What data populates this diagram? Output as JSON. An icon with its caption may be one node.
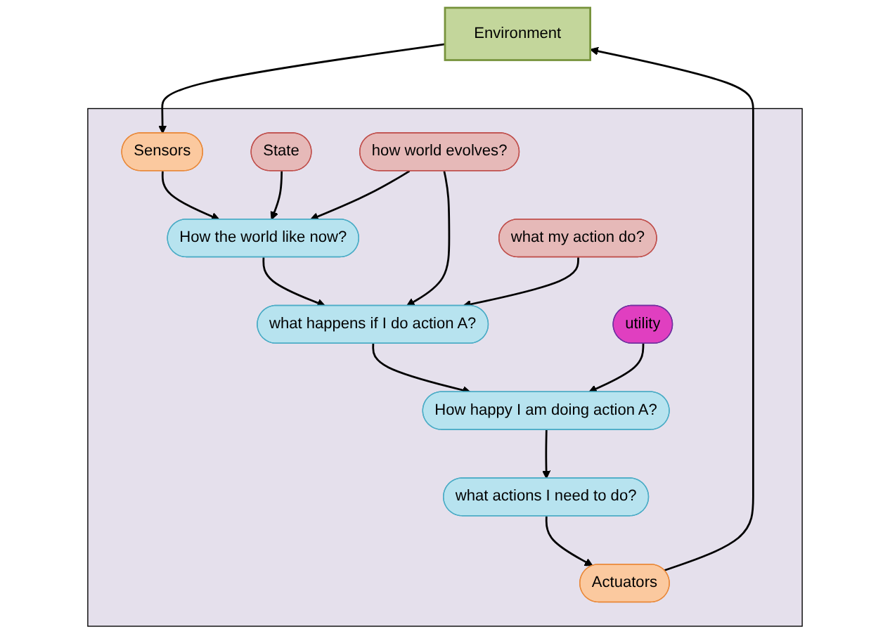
{
  "diagram": {
    "nodes": [
      {
        "text": [
          "Environment"
        ]
      },
      {
        "text": [],
        "shape": "box"
      },
      {
        "text": [
          "Sensors"
        ],
        "in": 1
      },
      {
        "text": [
          "State"
        ],
        "in": 1
      },
      {
        "text": [
          "How the world like now?"
        ],
        "in": 1
      },
      {
        "text": [
          "how world evolves?"
        ],
        "in": 1
      },
      {
        "text": [
          "what happens if I do action A?"
        ],
        "in": 1
      },
      {
        "text": [
          "what my action do?"
        ],
        "in": 1
      },
      {
        "text": [
          "How happy I am doing action A?"
        ],
        "in": 1
      },
      {
        "text": [
          "utility"
        ],
        "in": 1
      },
      {
        "text": [
          "what actions I need to do?"
        ],
        "in": 1
      },
      {
        "text": [
          "Actuators"
        ],
        "in": 1
      }
    ],
    "edges": [
      {
        "from": 0,
        "to": 2,
        "arrow": "to"
      },
      {
        "from": 2,
        "to": 4,
        "arrow": "to"
      },
      {
        "from": 3,
        "to": 4,
        "arrow": "to"
      },
      {
        "from": 5,
        "to": 4,
        "arrow": "to"
      },
      {
        "from": 4,
        "to": 6,
        "arrow": "to"
      },
      {
        "from": 5,
        "to": 6,
        "arrow": "to"
      },
      {
        "from": 7,
        "to": 6,
        "arrow": "to"
      },
      {
        "from": 6,
        "to": 8,
        "arrow": "to"
      },
      {
        "from": 9,
        "to": 8,
        "arrow": "to"
      },
      {
        "from": 8,
        "to": 10,
        "arrow": "to"
      },
      {
        "from": 10,
        "to": 11,
        "arrow": "to"
      },
      {
        "from": 11,
        "to": 0,
        "arrow": "to"
      }
    ]
  }
}
